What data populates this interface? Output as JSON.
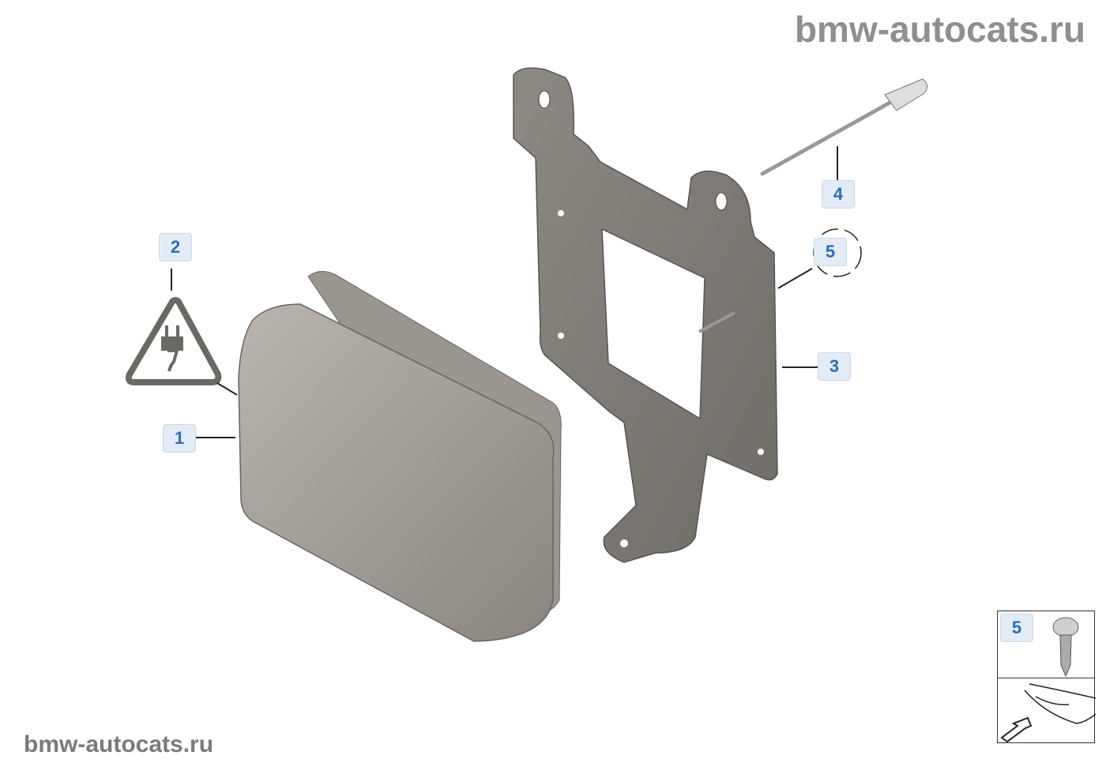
{
  "watermarks": {
    "top": "bmw-autocats.ru",
    "bottom": "bmw-autocats.ru"
  },
  "callouts": [
    {
      "label": "1",
      "part": "control-unit-housing"
    },
    {
      "label": "2",
      "part": "electrical-warning-label"
    },
    {
      "label": "3",
      "part": "mounting-bracket"
    },
    {
      "label": "4",
      "part": "blind-rivet"
    },
    {
      "label": "5",
      "part": "screw"
    }
  ],
  "inset": {
    "label": "5"
  },
  "colors": {
    "callout_bg": "#e3ecf6",
    "callout_text": "#2f6db5",
    "part_gray": "#8e8a84"
  }
}
